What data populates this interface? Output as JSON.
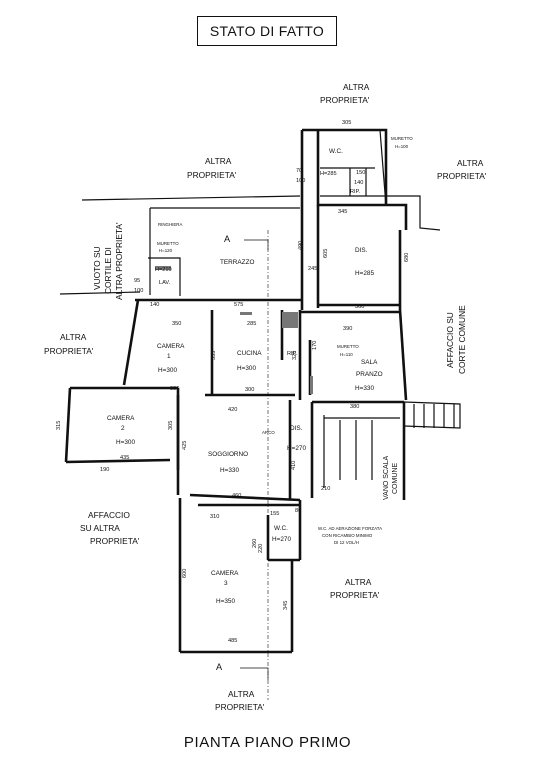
{
  "header": {
    "title": "STATO DI FATTO"
  },
  "footer": {
    "title": "PIANTA PIANO PRIMO"
  },
  "labels": {
    "altra_top_1": "ALTRA",
    "altra_top_2": "PROPRIETA'",
    "altra_ul_1": "ALTRA",
    "altra_ul_2": "PROPRIETA'",
    "altra_ur_1": "ALTRA",
    "altra_ur_2": "PROPRIETA'",
    "altra_l_1": "ALTRA",
    "altra_l_2": "PROPRIETA'",
    "vuoto_1": "VUOTO SU",
    "vuoto_2": "CORTILE DI",
    "vuoto_3": "ALTRA PROPRIETA'",
    "affaccio_corte_1": "AFFACCIO SU",
    "affaccio_corte_2": "CORTE COMUNE",
    "affaccio_altra_1": "AFFACCIO",
    "affaccio_altra_2": "SU ALTRA",
    "affaccio_altra_3": "PROPRIETA'",
    "altra_br_1": "ALTRA",
    "altra_br_2": "PROPRIETA'",
    "altra_bottom_1": "ALTRA",
    "altra_bottom_2": "PROPRIETA'",
    "vano_scala_1": "VANO SCALA",
    "vano_scala_2": "COMUNE",
    "section_a": "A"
  },
  "rooms": {
    "wc_top": {
      "name": "W.C.",
      "height": "H=285"
    },
    "rip_top": {
      "name": "RIP."
    },
    "dis_top": {
      "name": "DIS.",
      "height": "H=285"
    },
    "terrazzo": {
      "name": "TERRAZZO"
    },
    "lav": {
      "name": "LAV.",
      "height": "H=210"
    },
    "camera1": {
      "name": "CAMERA",
      "num": "1",
      "height": "H=300"
    },
    "cucina": {
      "name": "CUCINA",
      "height": "H=300"
    },
    "rip_mid": {
      "name": "RIP."
    },
    "sala_pranzo": {
      "name1": "SALA",
      "name2": "PRANZO",
      "height": "H=330"
    },
    "camera2": {
      "name": "CAMERA",
      "num": "2",
      "height": "H=300"
    },
    "soggiorno": {
      "name": "SOGGIORNO",
      "height": "H=330"
    },
    "dis_mid": {
      "name": "DIS.",
      "height": "H=270"
    },
    "wc_bot": {
      "name": "W.C.",
      "height": "H=270"
    },
    "camera3": {
      "name": "CAMERA",
      "num": "3",
      "height": "H=350"
    }
  },
  "annotations": {
    "muretto_top": "MURETTO",
    "muretto_top_h": "H=100",
    "ringhiera": "RINGHIERA",
    "muretto_lav": "MURETTO",
    "muretto_lav_h": "H=120",
    "muretto_sala": "MURETTO",
    "muretto_sala_h": "H=110",
    "arco": "ARCO",
    "wc_note_1": "W.C. AD AERAZIONE FORZATA",
    "wc_note_2": "CON RICAMBIO MINIMO",
    "wc_note_3": "DI 12 VOL/H"
  },
  "dimensions": {
    "d305": "305",
    "d385": "385",
    "d70": "70",
    "d150": "150",
    "d140": "140",
    "d100a": "100",
    "d180": "180",
    "d95": "95",
    "d575": "575",
    "d490": "490",
    "d245": "245",
    "d605": "605",
    "d360a": "360",
    "d680": "680",
    "d345a": "345",
    "d285": "285",
    "d350": "350",
    "d325": "325",
    "d170": "170",
    "d390": "390",
    "d355": "355",
    "d380a": "380",
    "d420a": "420",
    "d300": "300",
    "d380b": "380",
    "d315": "315",
    "d435": "435",
    "d425": "425",
    "d360b": "360",
    "d410": "410",
    "d460": "460",
    "d310": "310",
    "d155": "155",
    "d260": "260",
    "d220": "220",
    "d80": "80",
    "d600": "600",
    "d345b": "345",
    "d485": "485",
    "d100b": "100",
    "d190": "190",
    "d210": "210"
  }
}
